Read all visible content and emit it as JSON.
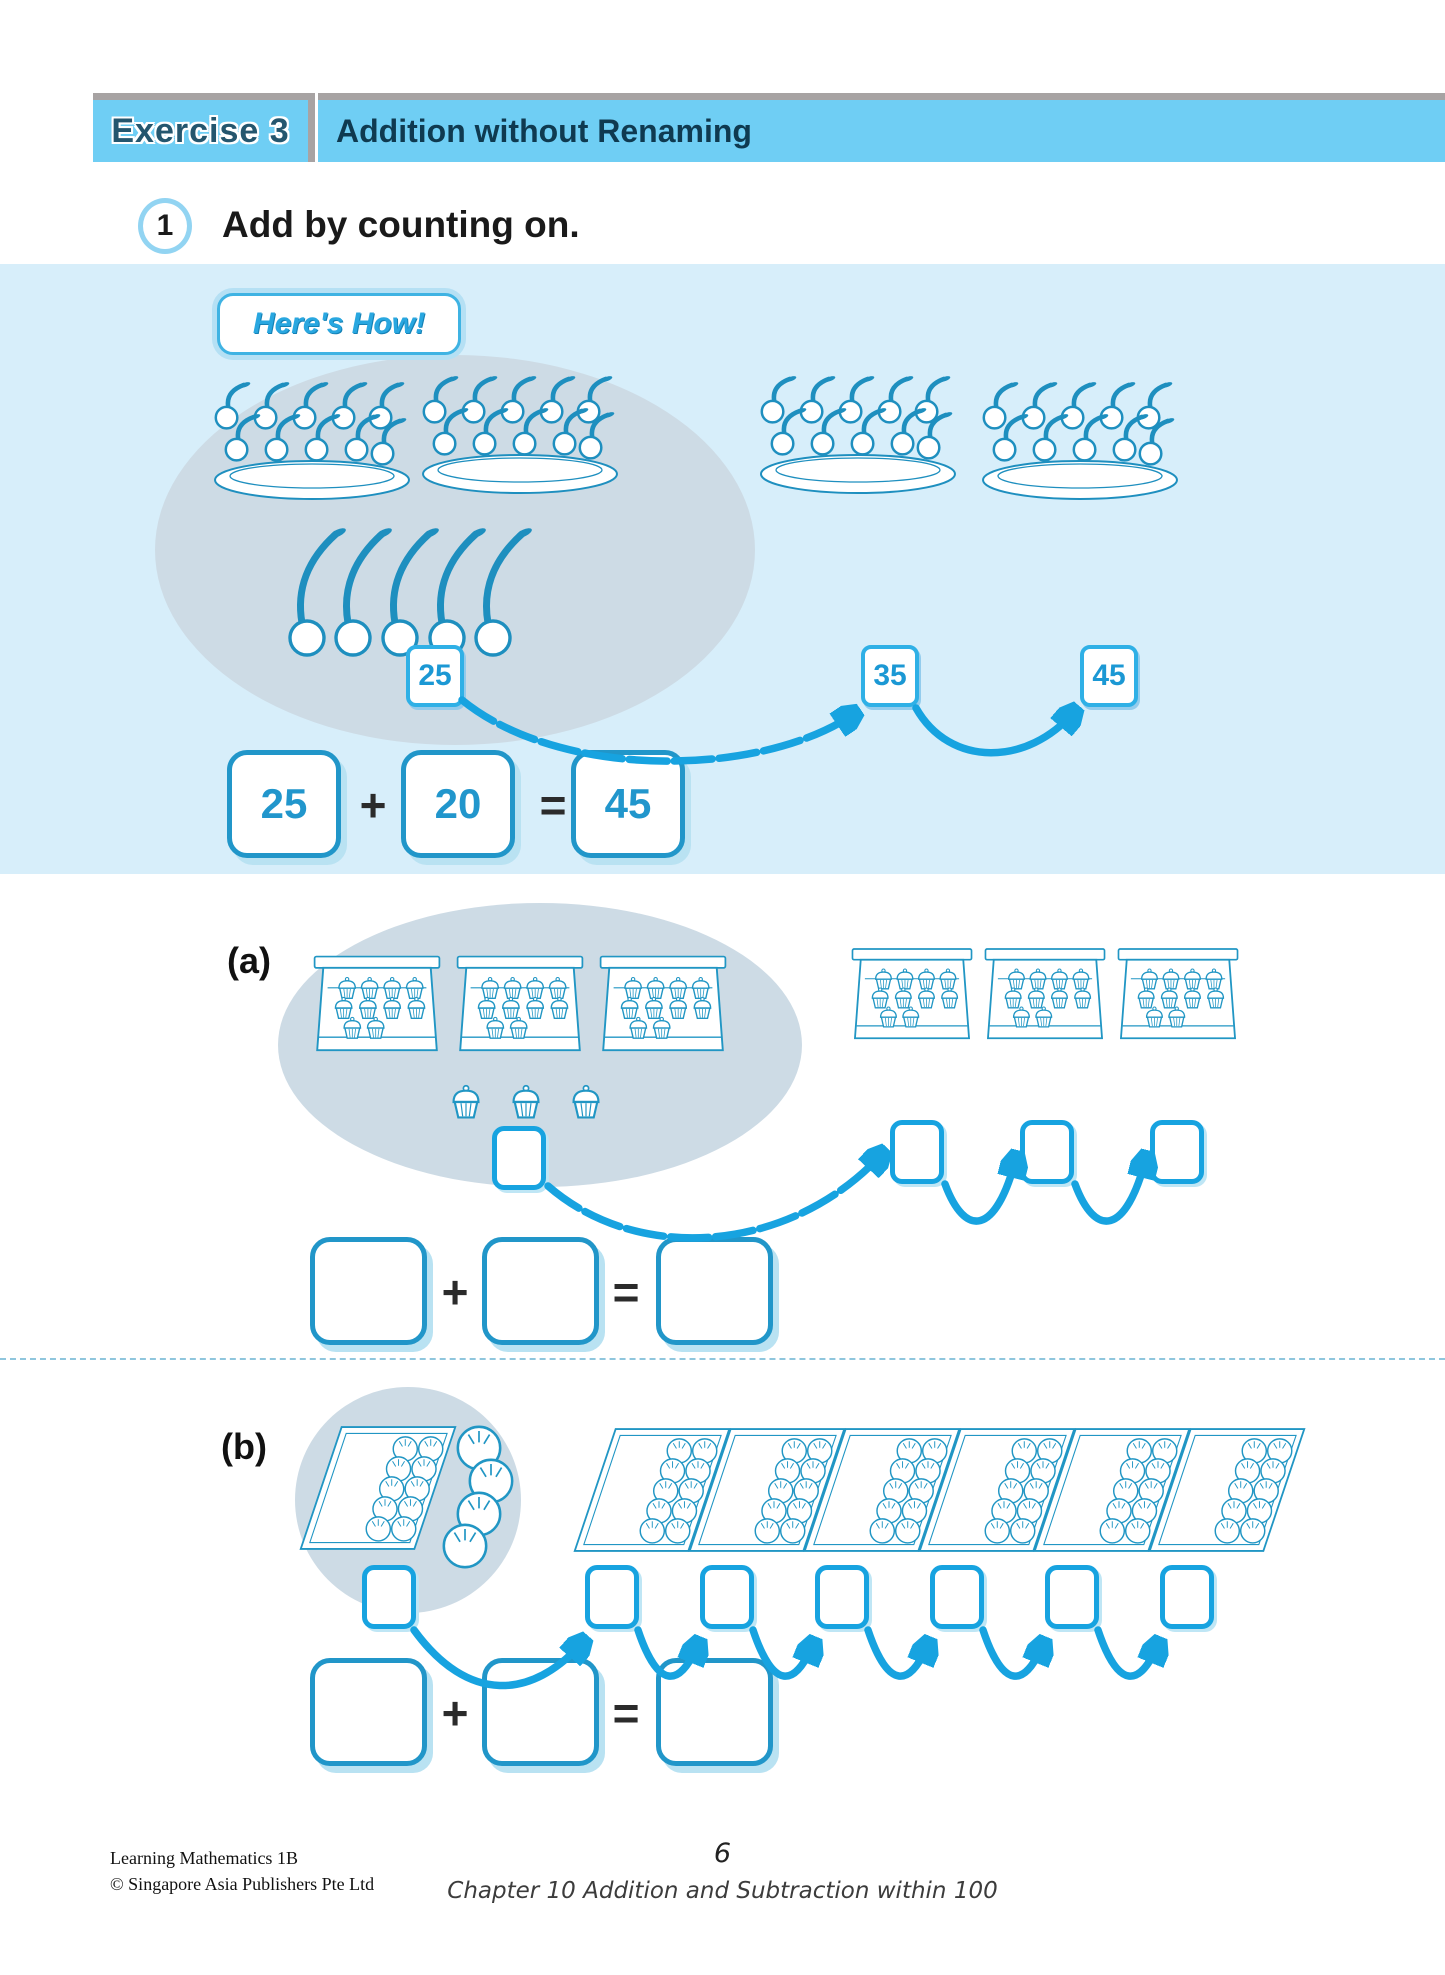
{
  "colors": {
    "header_bar": "#6fcef4",
    "panel_background": "#d7eefa",
    "highlight_ellipse": "#cddbe5",
    "accent_blue": "#17a3e0",
    "line_art_blue": "#2196c4"
  },
  "header": {
    "exercise_label": "Exercise 3",
    "title": "Addition without Renaming"
  },
  "question": {
    "number": "1",
    "prompt": "Add by counting on."
  },
  "example": {
    "tag_label": "Here's How!",
    "illustration": {
      "item": "cherries",
      "plates": 4,
      "cherries_per_plate": 10,
      "loose_cherries": 5,
      "highlighted_group": "2 plates and 5 loose cherries (25)"
    },
    "count_path": [
      "25",
      "35",
      "45"
    ],
    "equation": {
      "addend1": "25",
      "plus": "+",
      "addend2": "20",
      "equals": "=",
      "sum": "45"
    }
  },
  "part_a": {
    "label": "(a)",
    "illustration": {
      "item": "cupcakes",
      "boxes_highlighted": 3,
      "loose_cupcakes": 3,
      "boxes_additional": 3,
      "cupcakes_per_box": 10
    },
    "count_boxes": [
      "",
      "",
      "",
      ""
    ],
    "equation": {
      "addend1": "",
      "plus": "+",
      "addend2": "",
      "equals": "=",
      "sum": ""
    }
  },
  "part_b": {
    "label": "(b)",
    "illustration": {
      "item": "buns",
      "trays_highlighted": 1,
      "loose_buns": 4,
      "trays_additional": 6,
      "buns_per_tray": 10
    },
    "count_boxes": [
      "",
      "",
      "",
      "",
      "",
      "",
      ""
    ],
    "equation": {
      "addend1": "",
      "plus": "+",
      "addend2": "",
      "equals": "=",
      "sum": ""
    }
  },
  "footer": {
    "book_title": "Learning Mathematics 1B",
    "copyright": "© Singapore Asia Publishers Pte Ltd",
    "page_number": "6",
    "chapter": "Chapter 10  Addition and Subtraction within 100"
  }
}
